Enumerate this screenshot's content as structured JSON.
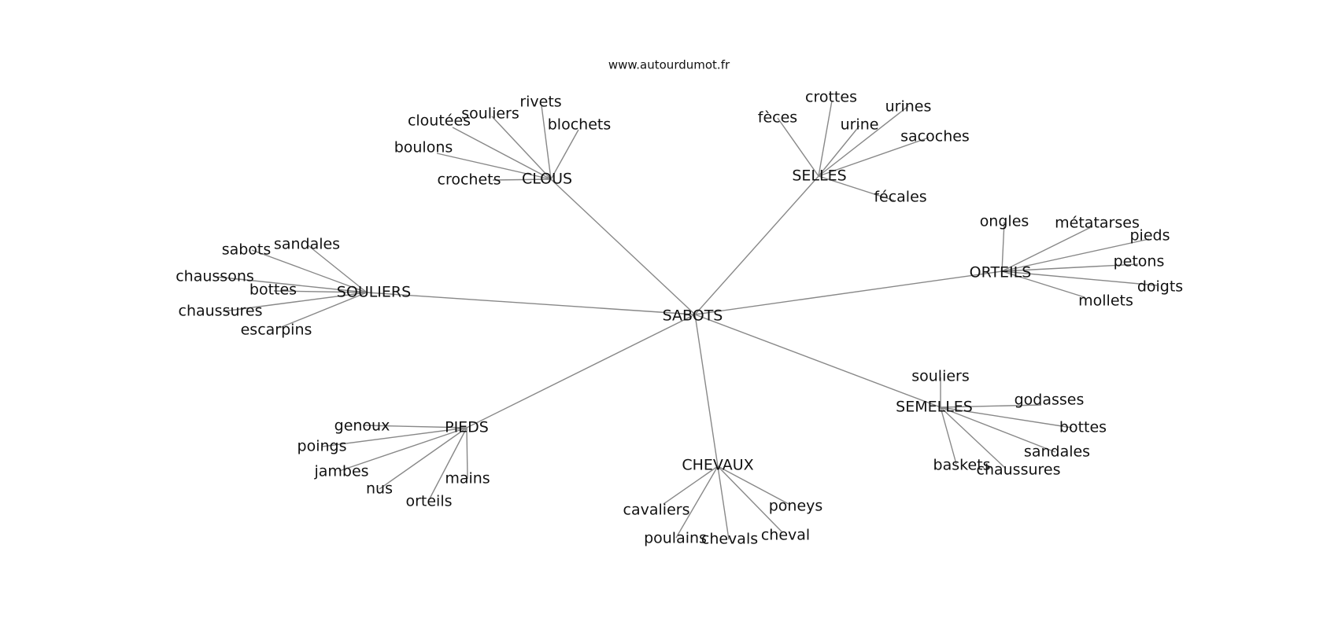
{
  "site_title": "www.autourdumot.fr",
  "center": "SABOTS",
  "clusters": [
    {
      "label": "CLOUS",
      "leaves": [
        "cloutées",
        "souliers",
        "rivets",
        "blochets",
        "boulons",
        "crochets"
      ]
    },
    {
      "label": "SELLES",
      "leaves": [
        "fèces",
        "crottes",
        "urine",
        "urines",
        "sacoches",
        "fécales"
      ]
    },
    {
      "label": "ORTEILS",
      "leaves": [
        "ongles",
        "métatarses",
        "pieds",
        "petons",
        "doigts",
        "mollets"
      ]
    },
    {
      "label": "SOULIERS",
      "leaves": [
        "sabots",
        "sandales",
        "chaussons",
        "bottes",
        "chaussures",
        "escarpins"
      ]
    },
    {
      "label": "SEMELLES",
      "leaves": [
        "souliers",
        "godasses",
        "bottes",
        "sandales",
        "chaussures",
        "baskets"
      ]
    },
    {
      "label": "PIEDS",
      "leaves": [
        "genoux",
        "poings",
        "jambes",
        "nus",
        "orteils",
        "mains"
      ]
    },
    {
      "label": "CHEVAUX",
      "leaves": [
        "cavaliers",
        "poulains",
        "chevals",
        "cheval",
        "poneys"
      ]
    }
  ]
}
